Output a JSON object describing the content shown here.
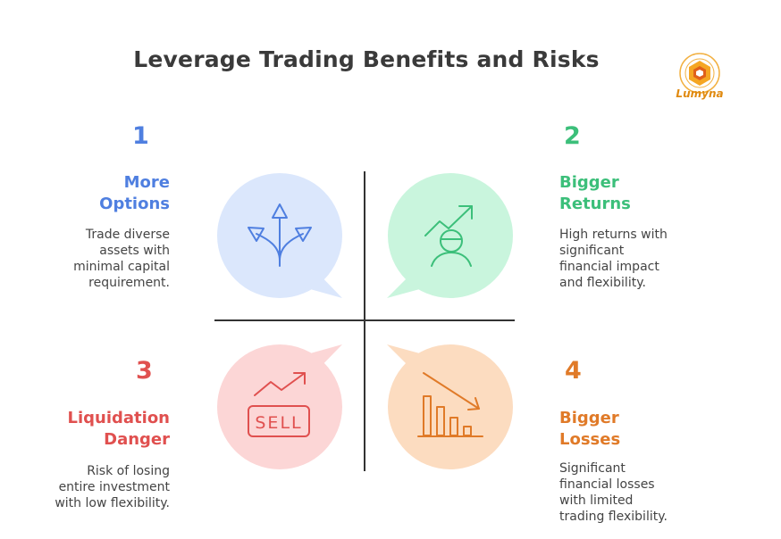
{
  "title": "Leverage Trading Benefits and Risks",
  "logo": {
    "text": "Lumyna",
    "color": "#e08a10"
  },
  "quadrants": [
    {
      "number": "1",
      "title_line1": "More",
      "title_line2": "Options",
      "description": [
        "Trade diverse",
        "assets with",
        "minimal capital",
        "requirement."
      ],
      "color": "#4f7fe0",
      "bubble": "#dbe7fc",
      "icon": "branching-arrows-icon"
    },
    {
      "number": "2",
      "title_line1": "Bigger",
      "title_line2": "Returns",
      "description": [
        "High returns with",
        "significant",
        "financial impact",
        "and flexibility."
      ],
      "color": "#3cbf7a",
      "bubble": "#c9f5dd",
      "icon": "person-growth-icon"
    },
    {
      "number": "3",
      "title_line1": "Liquidation",
      "title_line2": "Danger",
      "description": [
        "Risk of losing",
        "entire investment",
        "with low flexibility."
      ],
      "color": "#e0504f",
      "bubble": "#fcd6d6",
      "icon": "sell-sign-icon"
    },
    {
      "number": "4",
      "title_line1": "Bigger",
      "title_line2": "Losses",
      "description": [
        "Significant",
        "financial losses",
        "with limited",
        "trading flexibility."
      ],
      "color": "#e07a28",
      "bubble": "#fcdcc0",
      "icon": "declining-bars-icon"
    }
  ]
}
